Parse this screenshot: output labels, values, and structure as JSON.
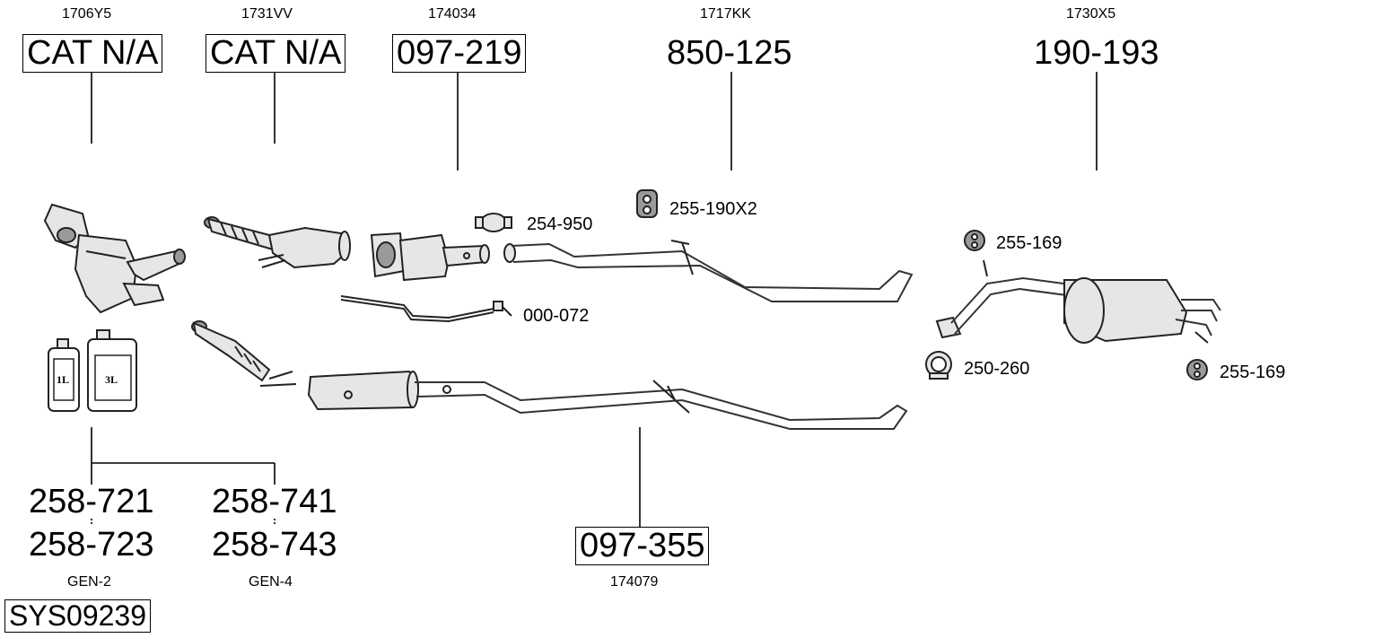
{
  "system_code": "SYS09239",
  "parts": {
    "cat1": {
      "ref": "1706Y5",
      "number": "CAT N/A"
    },
    "cat2": {
      "ref": "1731VV",
      "number": "CAT N/A"
    },
    "dpf": {
      "ref": "174034",
      "number": "097-219"
    },
    "mid_pipe": {
      "ref": "1717KK",
      "number": "850-125"
    },
    "rear_box": {
      "ref": "1730X5",
      "number": "190-193"
    },
    "front_box": {
      "ref": "174079",
      "number": "097-355"
    }
  },
  "fittings": {
    "clamp_254": "254-950",
    "rubber_255_190": "255-190X2",
    "rubber_255_169_a": "255-169",
    "clamp_250": "250-260",
    "rubber_255_169_b": "255-169",
    "sensor_000": "000-072"
  },
  "fluids": {
    "bottle_small_label": "1L",
    "bottle_large_label": "3L",
    "gen2": {
      "top": "258-721",
      "bottom": "258-723",
      "name": "GEN-2"
    },
    "gen4": {
      "top": "258-741",
      "bottom": "258-743",
      "name": "GEN-4"
    }
  }
}
